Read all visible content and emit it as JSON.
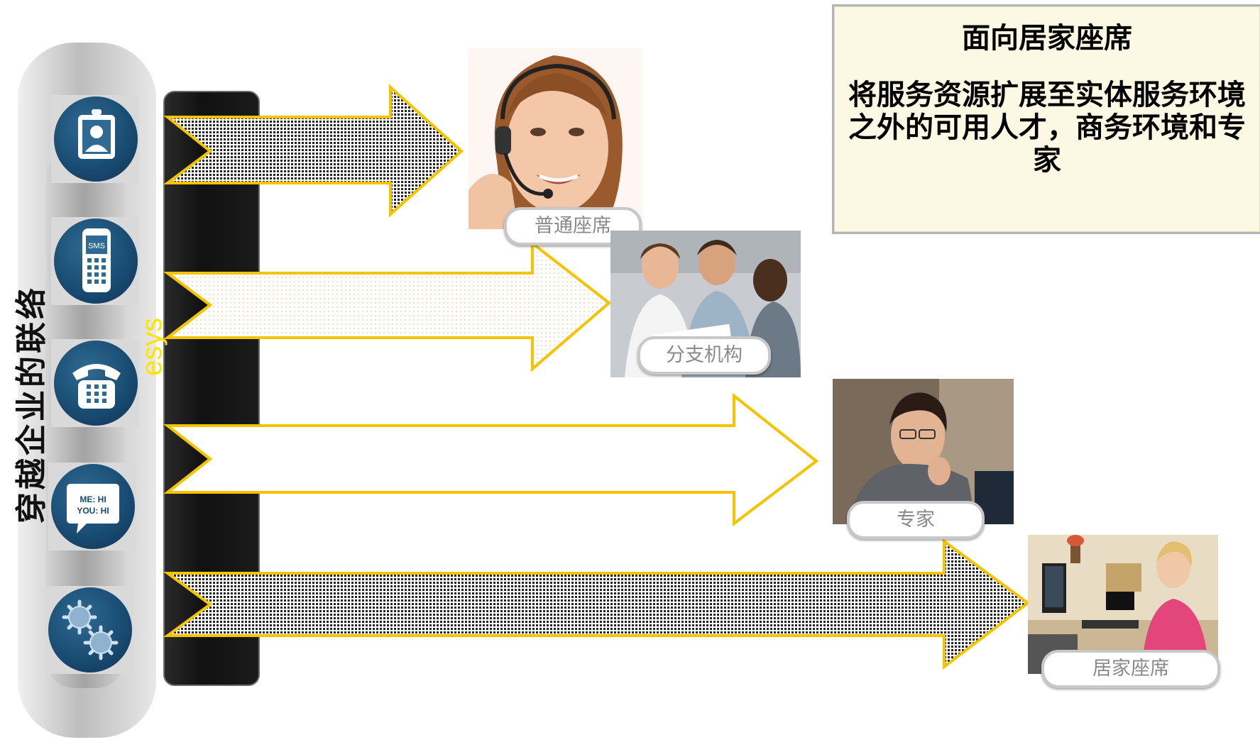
{
  "side_label": "穿越企业的联络",
  "bar_label": "esys",
  "channels": [
    {
      "icon": "video-agent-icon"
    },
    {
      "icon": "sms-phone-icon"
    },
    {
      "icon": "desk-phone-icon"
    },
    {
      "icon": "chat-bubble-icon"
    },
    {
      "icon": "gears-icon"
    }
  ],
  "targets": [
    {
      "caption": "普通座席"
    },
    {
      "caption": "分支机构"
    },
    {
      "caption": "专家"
    },
    {
      "caption": "居家座席"
    }
  ],
  "sms_text": "SMS",
  "chat_text_1": "ME: HI",
  "chat_text_2": "YOU: HI",
  "note": {
    "title": "面向居家座席",
    "body": "将服务资源扩展至实体服务环境之外的可用人才，商务环境和专家"
  },
  "colors": {
    "arrow_outline": "#f5c400",
    "channel_blue": "#184a70"
  }
}
